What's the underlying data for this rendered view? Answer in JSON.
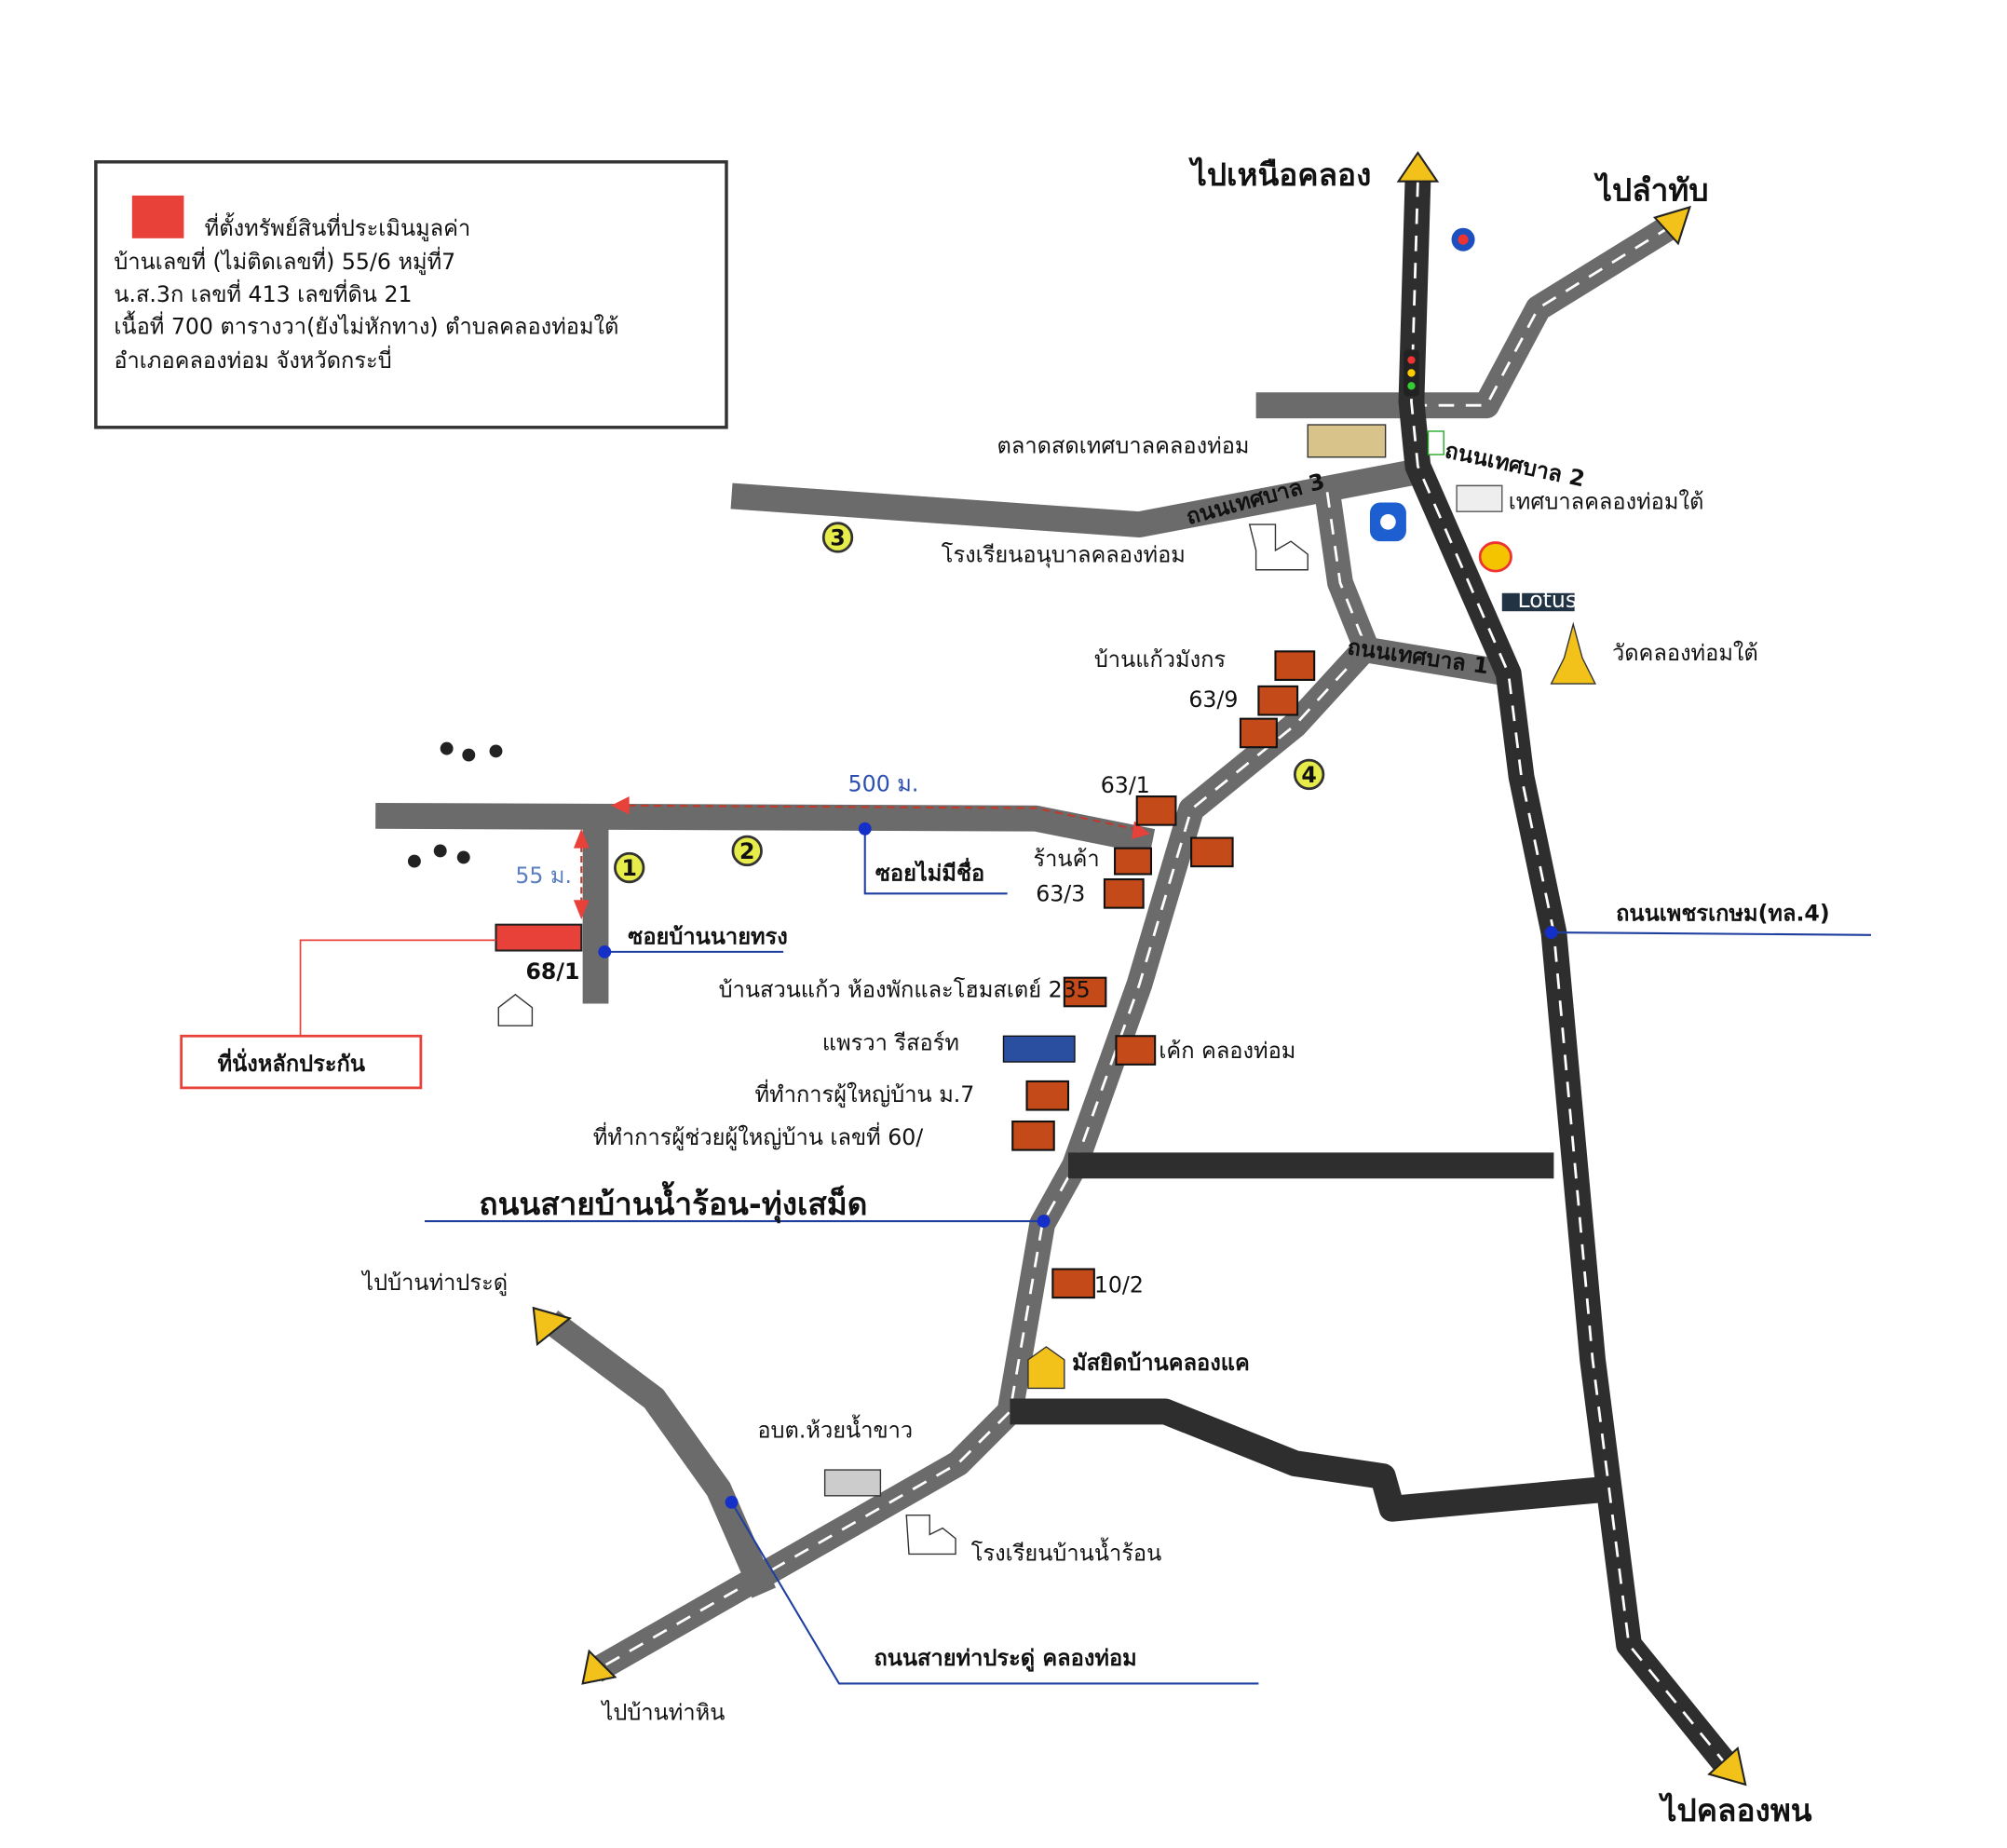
{
  "legend": {
    "title": "ที่ตั้งทรัพย์สินที่ประเมินมูลค่า",
    "lines": [
      "บ้านเลขที่ (ไม่ติดเลขที่) 55/6 หมู่ที่7",
      "น.ส.3ก เลขที่ 413 เลขที่ดิน 21",
      "เนื้อที่ 700 ตารางวา(ยังไม่หักทาง) ตำบลคลองท่อมใต้",
      "อำเภอคลองท่อม จังหวัดกระบี่"
    ],
    "swatch_color": "#e8413a"
  },
  "labels": {
    "to_nuea_khlong": "ไปเหนือคลอง",
    "to_lam_thap": "ไปลำทับ",
    "market": "ตลาดสดเทศบาลคลองท่อม",
    "tesaban2": "ถนนเทศบาล 2",
    "tesaban3": "ถนนเทศบาล 3",
    "tesaban1": "ถนนเทศบาล 1",
    "municipality": "เทศบาลคลองท่อมใต้",
    "kindergarten": "โรงเรียนอนุบาลคลองท่อม",
    "lotus": "Lotus",
    "ban_kaew_mangkorn": "บ้านแก้วมังกร",
    "wat": "วัดคลองท่อมใต้",
    "h63_9": "63/9",
    "h63_1": "63/1",
    "dist_500": "500 ม.",
    "soi_no_name": "ซอยไม่มีชื่อ",
    "shop": "ร้านค้า",
    "h63_3": "63/3",
    "dist_55": "55 ม.",
    "soi_nai_song": "ซอยบ้านนายทรง",
    "h68_1": "68/1",
    "phetkasem": "ถนนเพชรเกษม(ทล.4)",
    "homestay": "บ้านสวนแก้ว ห้องพักและโฮมสเตย์ 235",
    "resort": "แพรวา รีสอร์ท",
    "cake": "เค้ก คลองท่อม",
    "headman": "ที่ทำการผู้ใหญ่บ้าน ม.7",
    "asst_headman": "ที่ทำการผู้ช่วยผู้ใหญ่บ้าน เลขที่ 60/",
    "collateral": "ที่นั่งหลักประกัน",
    "nam_ron_road": "ถนนสายบ้านน้ำร้อน-ทุ่งเสม็ด",
    "to_tha_pradu": "ไปบ้านท่าประดู่",
    "h10_2": "10/2",
    "mosque": "มัสยิดบ้านคลองแค",
    "sao": "อบต.ห้วยน้ำขาว",
    "nam_ron_school": "โรงเรียนบ้านน้ำร้อน",
    "tha_pradu_road": "ถนนสายท่าประดู่ คลองท่อม",
    "to_tha_hin": "ไปบ้านท่าหิน",
    "to_khlong_phon": "ไปคลองพน"
  },
  "markers": [
    "1",
    "2",
    "3",
    "4"
  ],
  "colors": {
    "road": "#6b6b6b",
    "highway": "#2e2e2e",
    "property": "#e8413a",
    "leader": "#1f3fa0",
    "marker": "#e6ec4a",
    "arrow": "#f2c21b"
  }
}
